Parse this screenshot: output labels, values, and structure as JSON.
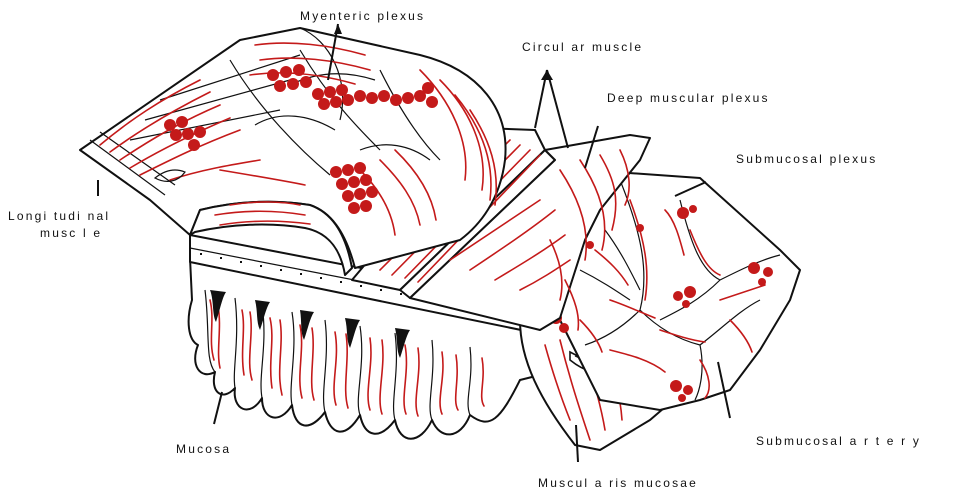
{
  "colors": {
    "nerve": "#c41a1a",
    "outline": "#111111",
    "background": "#ffffff"
  },
  "labels": {
    "myenteric": "Myenteric plexus",
    "circular": "Circul ar muscle",
    "deep": "Deep muscular plexus",
    "submucosal_plexus": "Submucosal plexus",
    "longitudinal_1": "Longi tudi nal",
    "longitudinal_2": "musc l e",
    "mucosa": "Mucosa",
    "submucosal_artery": "Submucosal a r t e r y",
    "muscularis": "Muscul a ris mucosae"
  }
}
